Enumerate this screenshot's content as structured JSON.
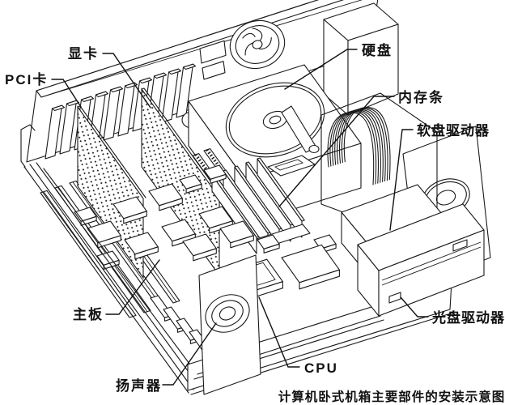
{
  "figure": {
    "caption": "计算机卧式机箱主要部件的安装示意图",
    "type": "computer-case-cutaway-line-drawing",
    "colors": {
      "line": "#1a1a1a",
      "background": "#ffffff",
      "text": "#111111"
    }
  },
  "labels": [
    {
      "component": "graphics-card",
      "text": "显卡"
    },
    {
      "component": "pci-card",
      "text": "PCI卡"
    },
    {
      "component": "hard-disk",
      "text": "硬盘"
    },
    {
      "component": "memory-module",
      "text": "内存条"
    },
    {
      "component": "floppy-drive",
      "text": "软盘驱动器"
    },
    {
      "component": "motherboard",
      "text": "主板"
    },
    {
      "component": "speaker",
      "text": "扬声器"
    },
    {
      "component": "cpu",
      "text": "CPU"
    },
    {
      "component": "optical-drive",
      "text": "光盘驱动器"
    }
  ]
}
